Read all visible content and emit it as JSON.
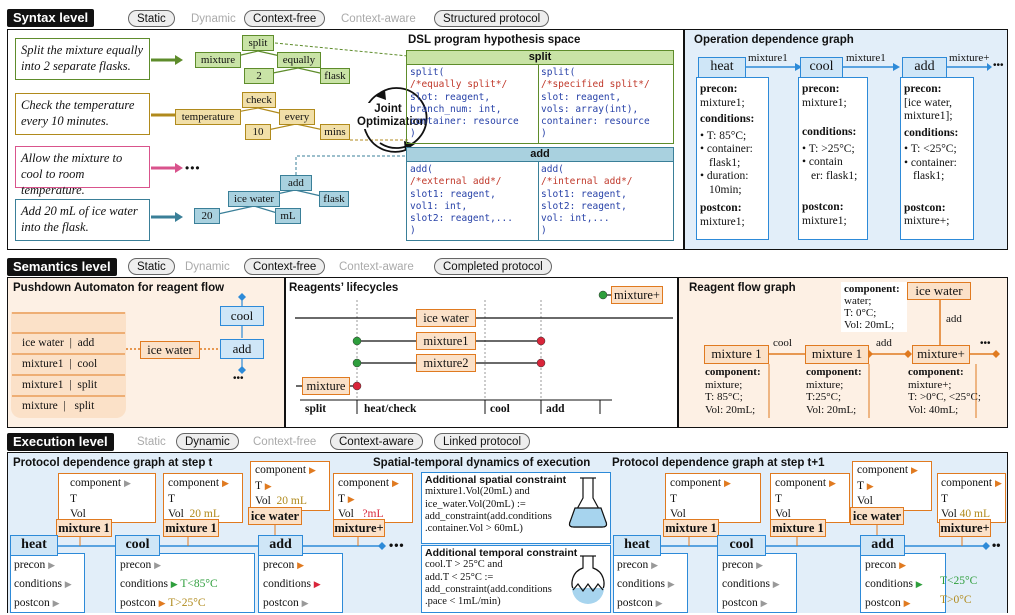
{
  "syntax": {
    "level": "Syntax level",
    "pills": [
      "Static",
      "Dynamic",
      "Context-free",
      "Context-aware",
      "Structured protocol"
    ],
    "sentences": [
      "Split the mixture equally into 2 separate flasks.",
      "Check the temperature every 10 minutes.",
      "Allow the mixture to cool to room temperature.",
      "Add 20 mL of ice water into the flask."
    ],
    "ellipsis": "•••",
    "tree1": {
      "root": "split",
      "a": "mixture",
      "b": "equally",
      "c": "2",
      "d": "flask"
    },
    "tree2": {
      "root": "check",
      "a": "temperature",
      "b": "every",
      "c": "10",
      "d": "mins"
    },
    "tree3": {
      "root": "add",
      "a": "ice water",
      "b": "flask",
      "c": "20",
      "d": "mL"
    },
    "joint": "Joint Optimization",
    "dsl_title": "DSL program hypothesis space",
    "split_head": "split",
    "add_head": "add",
    "code_split_left": [
      "split(",
      "  /*equally split*/",
      "  slot: reagent,",
      "  branch_num: int,",
      "  container: resource",
      ")"
    ],
    "code_split_right": [
      "split(",
      "  /*specified split*/",
      "  slot: reagent,",
      "  vols: array(int),",
      "  container: resource",
      ")"
    ],
    "code_add_left": [
      "add(",
      "  /*external add*/",
      "  slot1: reagent,",
      "  vol1: int,",
      "  slot2: reagent,...",
      ")"
    ],
    "code_add_right": [
      "add(",
      "  /*internal add*/",
      "  slot1: reagent,",
      "  slot2: reagent,",
      "  vol: int,...",
      ")"
    ],
    "odg_title": "Operation dependence graph",
    "ops": [
      {
        "name": "heat",
        "lines": [
          "precon:",
          "mixture1;",
          "conditions:",
          "• T: 85°C;",
          "• container:",
          "   flask1;",
          "• duration:",
          "   10min;",
          "postcon:",
          "mixture1;"
        ]
      },
      {
        "name": "cool",
        "lines": [
          "precon:",
          "mixture1;",
          "conditions:",
          "• T: >25°C;",
          "• contain",
          "   er: flask1;",
          "postcon:",
          "mixture1;"
        ]
      },
      {
        "name": "add",
        "lines": [
          "precon:",
          "[ice water,",
          "mixture1];",
          "conditions:",
          "• T: <25°C;",
          "• container:",
          "   flask1;",
          "postcon:",
          "mixture+;"
        ]
      }
    ],
    "edge_labels": [
      "mixture1",
      "mixture1",
      "mixture+"
    ]
  },
  "semantics": {
    "level": "Semantics level",
    "pills": [
      "Static",
      "Dynamic",
      "Context-free",
      "Context-aware",
      "Completed protocol"
    ],
    "pda_title": "Pushdown Automaton for reagent flow",
    "stack": [
      [
        "ice water",
        "add"
      ],
      [
        "mixture1",
        "cool"
      ],
      [
        "mixture1",
        "split"
      ],
      [
        "mixture",
        "split"
      ]
    ],
    "pda_token": "ice water",
    "pda_states": [
      "cool",
      "add"
    ],
    "life_title": "Reagents’ lifecycles",
    "life_nodes": [
      "mixture+",
      "ice water",
      "mixture1",
      "mixture2",
      "mixture"
    ],
    "life_phases": [
      "split",
      "heat/check",
      "cool",
      "add"
    ],
    "rfg_title": "Reagent flow graph",
    "rfg_nodes": [
      "mixture 1",
      "mixture 1",
      "mixture+",
      "ice water"
    ],
    "rfg_edges": [
      "cool",
      "add",
      "add"
    ],
    "rfg_top": [
      "component:",
      "water;",
      "T: 0°C;",
      "Vol: 20mL;"
    ],
    "rfg_info": [
      [
        "component:",
        "mixture;",
        "T: 85°C;",
        "Vol: 20mL;"
      ],
      [
        "component:",
        "mixture;",
        "T:25°C;",
        "Vol: 20mL;"
      ],
      [
        "component:",
        "mixture+;",
        "T: >0°C, <25°C;",
        "Vol: 40mL;"
      ]
    ]
  },
  "execution": {
    "level": "Execution level",
    "pills": [
      "Static",
      "Dynamic",
      "Context-free",
      "Context-aware",
      "Linked protocol"
    ],
    "pdg_t": "Protocol dependence graph at step t",
    "pdg_t1": "Protocol dependence graph at step t+1",
    "spatial_title": "Spatial-temporal dynamics of execution",
    "spatial_head": "Additional spatial constraint",
    "spatial_text": [
      "mixture1.Vol(20mL) and",
      "ice_water.Vol(20mL) :=",
      "add_constraint(add.conditions",
      ".container.Vol > 60mL)"
    ],
    "temporal_head": "Additional temporal constraint",
    "temporal_text": [
      "cool.T > 25°C and",
      "add.T < 25°C :=",
      "add_constraint(add.conditions",
      ".pace < 1mL/min)"
    ],
    "reag_labels": [
      "mixture 1",
      "mixture 1",
      "ice water",
      "mixture+"
    ],
    "op_labels": [
      "heat",
      "cool",
      "add"
    ],
    "rows_reag": [
      "component",
      "T",
      "Vol"
    ],
    "rows_op": [
      "precon",
      "conditions",
      "postcon"
    ],
    "val_20ml": "20 mL",
    "val_qml": "?mL",
    "val_40ml": "40 mL",
    "val_t85": "T<85°C",
    "val_t25": "T>25°C",
    "val_tl25": "T<25°C",
    "val_t0": "T>0°C",
    "ellipsis": "•••"
  },
  "colors": {
    "blue": "#2d8ad8",
    "orange": "#e07a20",
    "green": "#5e8c2b",
    "pink": "#d9538c",
    "teal": "#3a7f98",
    "gold": "#b08a1c"
  }
}
